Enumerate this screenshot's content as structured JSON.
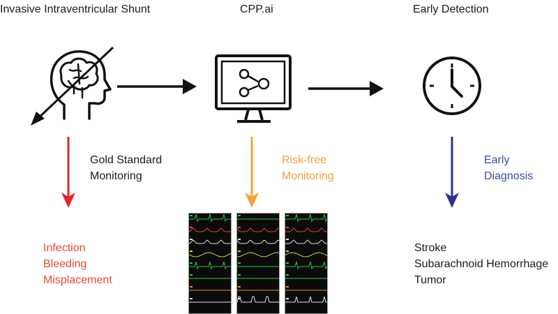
{
  "columns": [
    {
      "title": "Invasive Intraventricular Shunt",
      "icon": "brain-head-crossed-icon",
      "arrow_color": "#e8232b",
      "label_lines": [
        "Gold Standard",
        "Monitoring"
      ],
      "label_color": "#1a1a1a",
      "outcomes": [
        "Infection",
        "Bleeding",
        "Misplacement"
      ],
      "outcome_color": "#e8463b"
    },
    {
      "title": "CPP.ai",
      "icon": "monitor-network-icon",
      "arrow_color": "#f3a13b",
      "label_lines": [
        "Risk-free",
        "Monitoring"
      ],
      "label_color": "#f3a13b",
      "waveform_panels": 3
    },
    {
      "title": "Early Detection",
      "icon": "clock-icon",
      "arrow_color": "#2e3192",
      "label_lines": [
        "Early",
        "Diagnosis"
      ],
      "label_color": "#3b4aa0",
      "outcomes": [
        "Stroke",
        "Subarachnoid Hemorrhage",
        "Tumor"
      ],
      "outcome_color": "#1a1a1a"
    }
  ],
  "colors": {
    "stroke": "#111111",
    "waveform_bg": "#0b0b0b",
    "trace_green": "#36c24a",
    "trace_red": "#e8463b",
    "trace_white": "#e6e6e6",
    "trace_yellow": "#d8d24a",
    "trace_orange": "#e8902a"
  }
}
